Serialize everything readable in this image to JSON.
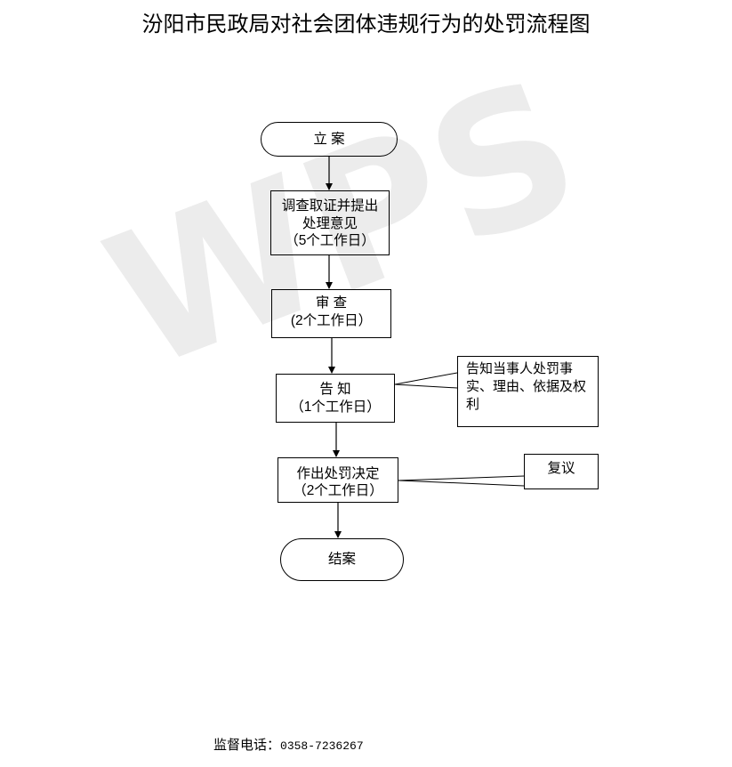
{
  "title": "汾阳市民政局对社会团体违规行为的处罚流程图",
  "watermark": "WPS",
  "colors": {
    "line": "#000000",
    "watermark": "#ececec",
    "background": "#ffffff"
  },
  "nodes": {
    "start": {
      "label": "立 案"
    },
    "investigate": {
      "lines": [
        "调查取证并提出",
        "处理意见",
        "（5个工作日）"
      ]
    },
    "review": {
      "lines": [
        "审 查",
        "(2个工作日）"
      ]
    },
    "notify": {
      "lines": [
        "告 知",
        "（1个工作日）"
      ]
    },
    "notify_note": {
      "lines": [
        "告知当事人处罚事",
        "实、理由、依据及权",
        "利"
      ]
    },
    "decision": {
      "lines": [
        "作出处罚决定",
        "（2个工作日）"
      ]
    },
    "appeal": {
      "label": "复议"
    },
    "end": {
      "label": "结案"
    }
  },
  "footer": {
    "label": "监督电话：",
    "phone": "0358-7236267"
  }
}
